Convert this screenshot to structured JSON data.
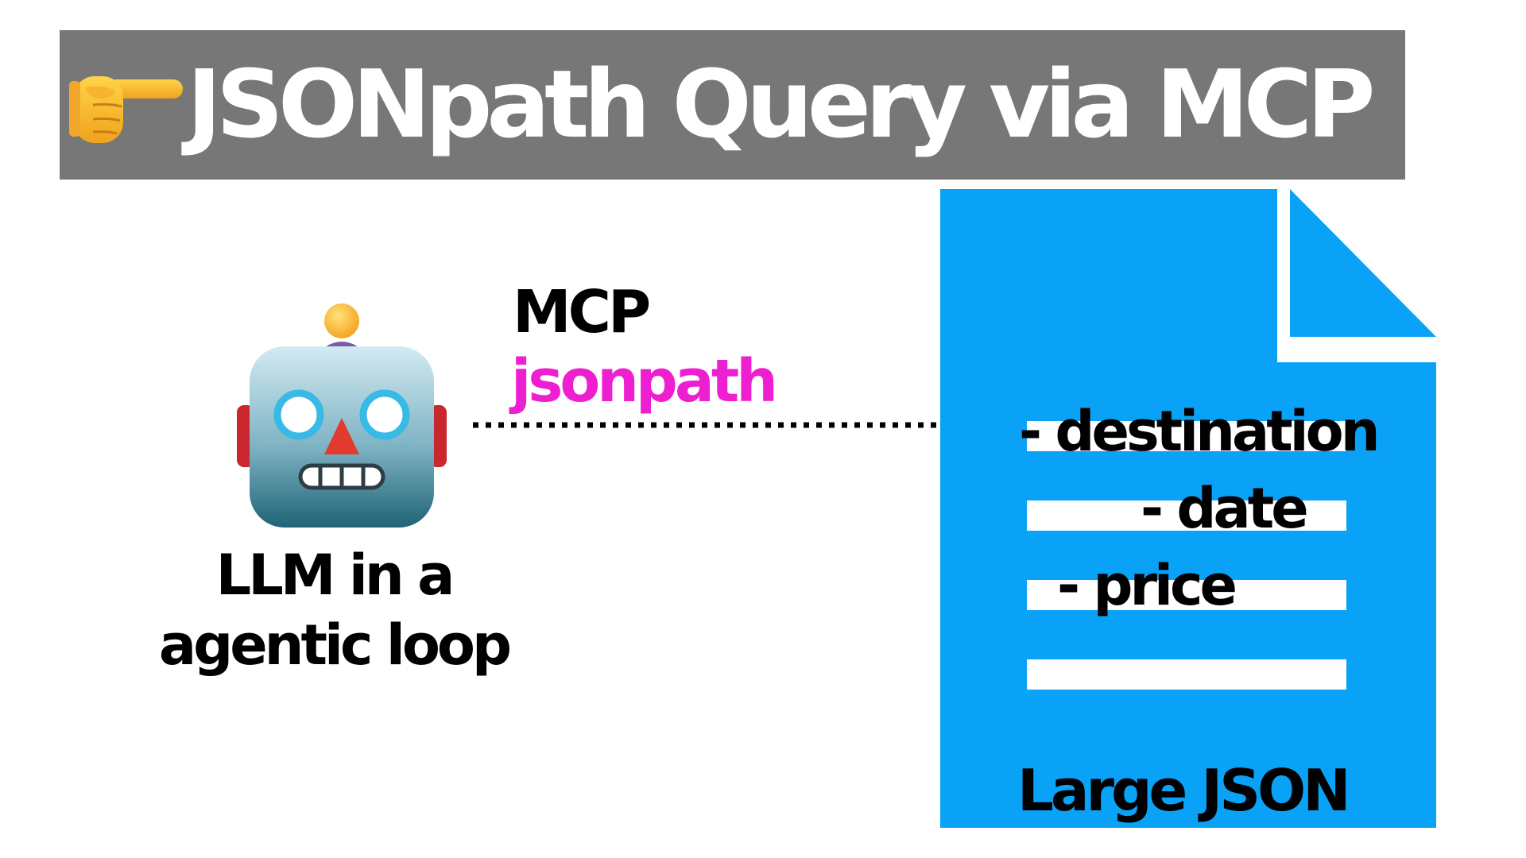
{
  "title": {
    "icon": "pointing-hand-icon",
    "text": "JSONpath Query via MCP",
    "background_color": "#777777",
    "text_color": "#ffffff"
  },
  "agent": {
    "icon": "robot-icon",
    "label_line1": "LLM in a",
    "label_line2": "agentic loop"
  },
  "connection": {
    "protocol_label": "MCP",
    "tool_label": "jsonpath",
    "tool_color": "#ee1fd0",
    "style": "dotted-arrow"
  },
  "document": {
    "icon": "document-icon",
    "fill_color": "#0aa2f7",
    "fields": [
      "- destination",
      "- date",
      "- price"
    ],
    "caption": "Large JSON"
  }
}
